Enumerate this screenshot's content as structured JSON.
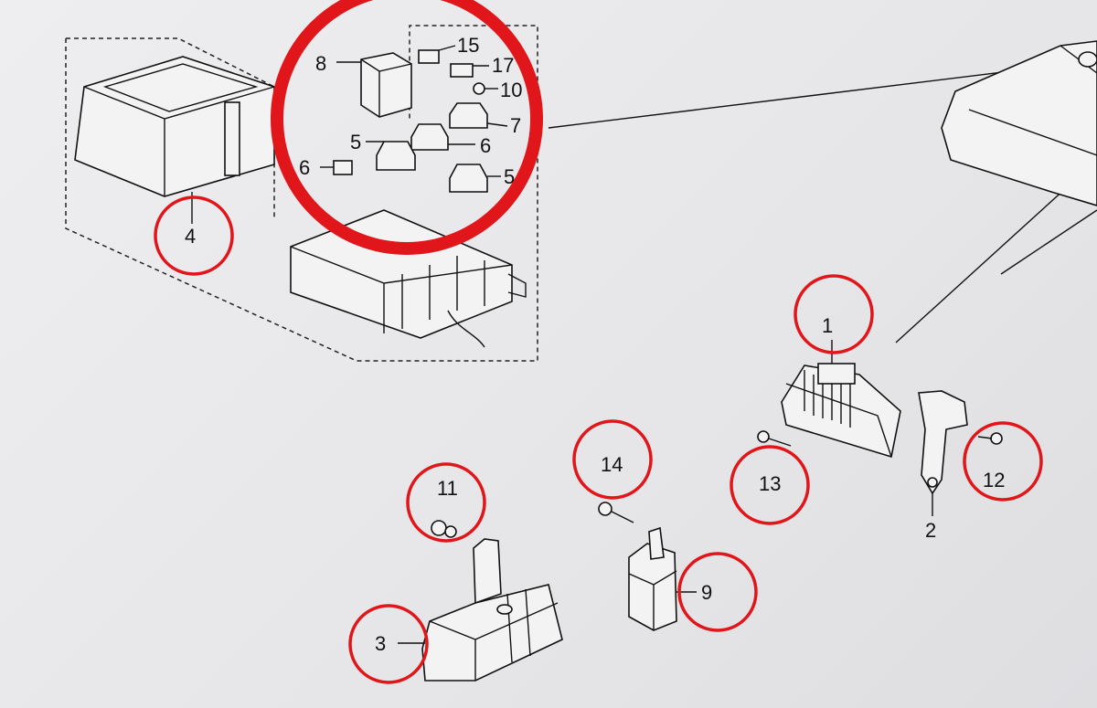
{
  "diagram": {
    "title": "Fuse/relay box parts diagram",
    "highlight_color": "#e0161a",
    "callouts": {
      "p1": "1",
      "p2": "2",
      "p3": "3",
      "p4": "4",
      "p5a": "5",
      "p5b": "5",
      "p6a": "6",
      "p6b": "6",
      "p7": "7",
      "p8": "8",
      "p9": "9",
      "p10": "10",
      "p11": "11",
      "p12": "12",
      "p13": "13",
      "p14": "14",
      "p15": "15",
      "p17": "17"
    },
    "circled_parts": [
      "1",
      "3",
      "4",
      "9",
      "11",
      "12",
      "13",
      "14"
    ]
  }
}
